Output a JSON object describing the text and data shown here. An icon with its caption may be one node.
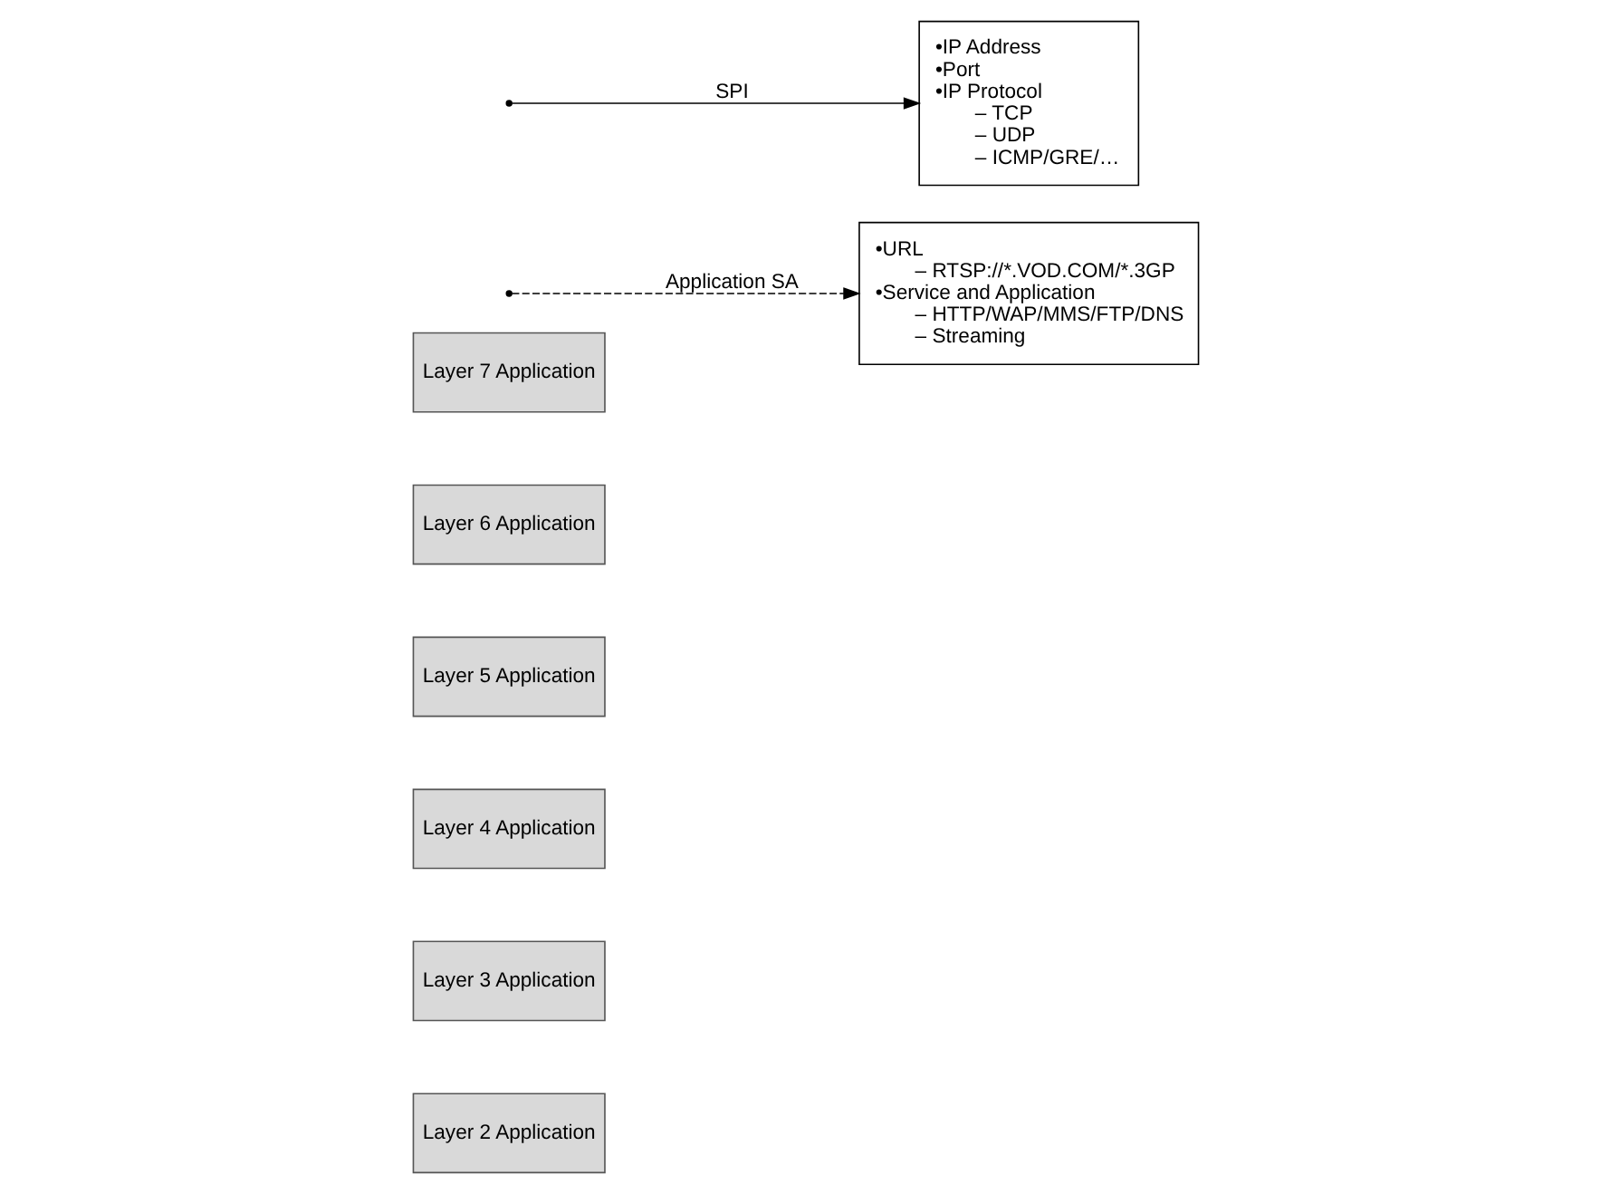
{
  "diagram": {
    "nodes": [
      {
        "text": [
          "Layer 7 Application"
        ]
      },
      {
        "text": [
          "Layer 6 Application"
        ]
      },
      {
        "text": [
          "Layer 5 Application"
        ]
      },
      {
        "text": [
          "Layer 4 Application"
        ]
      },
      {
        "text": [
          "Layer 3 Application"
        ]
      },
      {
        "text": [
          "Layer 2 Application"
        ]
      },
      {
        "text": [
          "•URL",
          "– RTSP://*.VOD.COM/*.3GP",
          "•Service and Application",
          "– HTTP/WAP/MMS/FTP/DNS",
          "– Streaming"
        ]
      },
      {
        "text": [
          "•IP Address",
          "•Port",
          "•IP Protocol",
          "– TCP",
          "– UDP",
          "– ICMP/GRE/…"
        ]
      }
    ],
    "edges": [
      {
        "from": null,
        "to": 6,
        "arrow": "to",
        "label": "Application SA",
        "style": "dashed"
      },
      {
        "from": null,
        "to": 7,
        "arrow": "to",
        "label": "SPI"
      }
    ]
  }
}
